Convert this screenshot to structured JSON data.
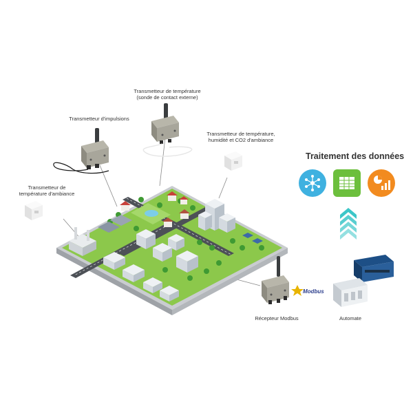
{
  "labels": {
    "temp_contact": "Transmetteur de température\n(sonde de contact externe)",
    "impulsions": "Transmetteur d'impulsions",
    "temp_humid_co2": "Transmetteur de température,\nhumidité et CO2 d'ambiance",
    "temp_ambiance": "Transmetteur de\ntempérature d'ambiance",
    "recepteur": "Récepteur Modbus",
    "automate": "Automate",
    "modbus_logo": "Modbus"
  },
  "processing": {
    "title": "Traitement des données",
    "icons": [
      "network-icon",
      "spreadsheet-icon",
      "analytics-icon"
    ]
  },
  "colors": {
    "tile_blue": "#3fb1e0",
    "tile_green": "#6cbf3d",
    "tile_orange": "#f28b1f",
    "arrow_teal": "#3cc6c8",
    "road": "#4d5157",
    "grass": "#8cc84b",
    "device": "#a8a69b"
  }
}
